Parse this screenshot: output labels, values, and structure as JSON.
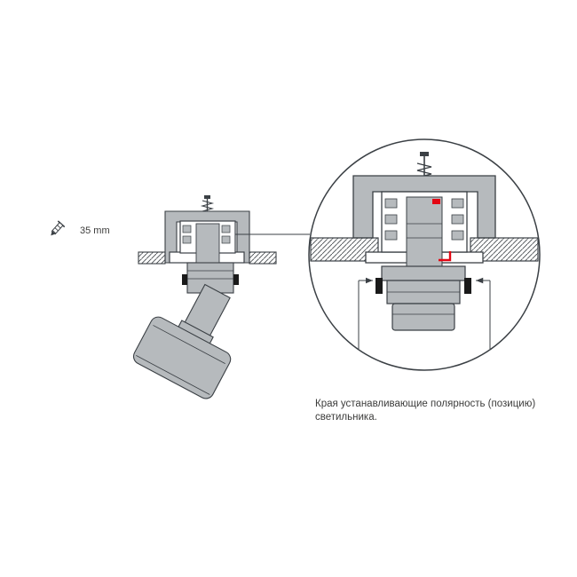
{
  "labels": {
    "dimension": "35 mm"
  },
  "caption": {
    "lines": [
      "Края устанавливающие полярность (позицию)",
      "светильника."
    ]
  },
  "icons": {
    "dimension_icon": "screw-icon"
  },
  "colors": {
    "part_gray": "#b6babd",
    "outline": "#3b4045",
    "accent_red": "#e30613",
    "tab_black": "#1a1a1a",
    "text": "#3c3c3b",
    "background": "#ffffff"
  }
}
